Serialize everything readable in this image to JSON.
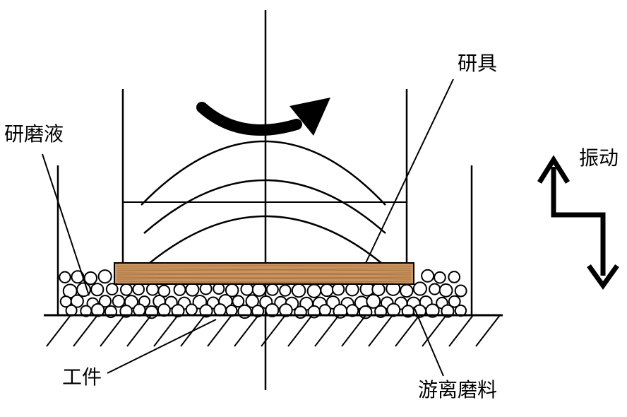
{
  "labels": {
    "slurry": "研磨液",
    "tool": "研具",
    "vibration": "振动",
    "workpiece": "工件",
    "abrasive": "游离磨料"
  },
  "colors": {
    "line": "#000000",
    "tool_fill": "#c8945f",
    "tool_grain": "#a06a3a",
    "particle_fill": "#ffffff"
  },
  "icons": {
    "rotation": "curved-arrow-icon",
    "vibration": "zigzag-double-arrow-icon"
  }
}
